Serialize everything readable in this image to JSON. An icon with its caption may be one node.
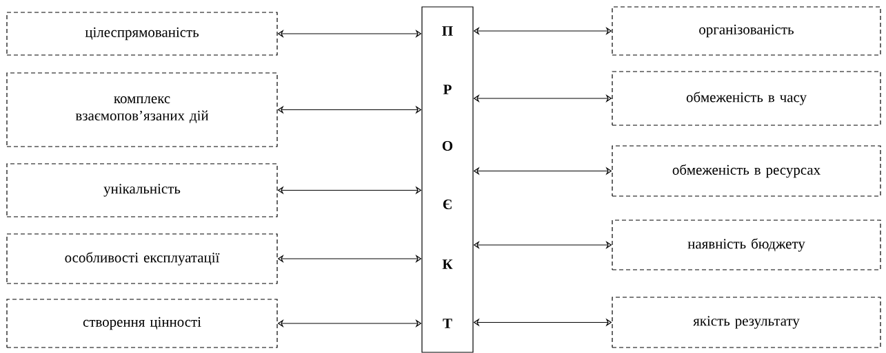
{
  "diagram": {
    "nodes": [
      {
        "text": [
          "цілеспрямованість"
        ]
      },
      {
        "text": [
          "комплекс взаємопов’язаних дій"
        ]
      },
      {
        "text": [
          "унікальність"
        ]
      },
      {
        "text": [
          "особливості експлуатації"
        ]
      },
      {
        "text": [
          "створення цінності"
        ]
      },
      {
        "text": [
          "П",
          "Р",
          "О",
          "Є",
          "К",
          "Т"
        ]
      },
      {
        "text": [
          "організованість"
        ]
      },
      {
        "text": [
          "обмеженість в часу"
        ]
      },
      {
        "text": [
          "обмеженість в ресурсах"
        ]
      },
      {
        "text": [
          "наявність бюджету"
        ]
      },
      {
        "text": [
          "якість результату"
        ]
      }
    ],
    "edges": [
      {
        "from": 0,
        "to": 5,
        "arrow": "both"
      },
      {
        "from": 1,
        "to": 5,
        "arrow": "both"
      },
      {
        "from": 2,
        "to": 5,
        "arrow": "both"
      },
      {
        "from": 3,
        "to": 5,
        "arrow": "both"
      },
      {
        "from": 4,
        "to": 5,
        "arrow": "both"
      },
      {
        "from": 5,
        "to": 6,
        "arrow": "both"
      },
      {
        "from": 5,
        "to": 7,
        "arrow": "both"
      },
      {
        "from": 5,
        "to": 8,
        "arrow": "both"
      },
      {
        "from": 5,
        "to": 9,
        "arrow": "both"
      },
      {
        "from": 5,
        "to": 10,
        "arrow": "both"
      }
    ]
  }
}
